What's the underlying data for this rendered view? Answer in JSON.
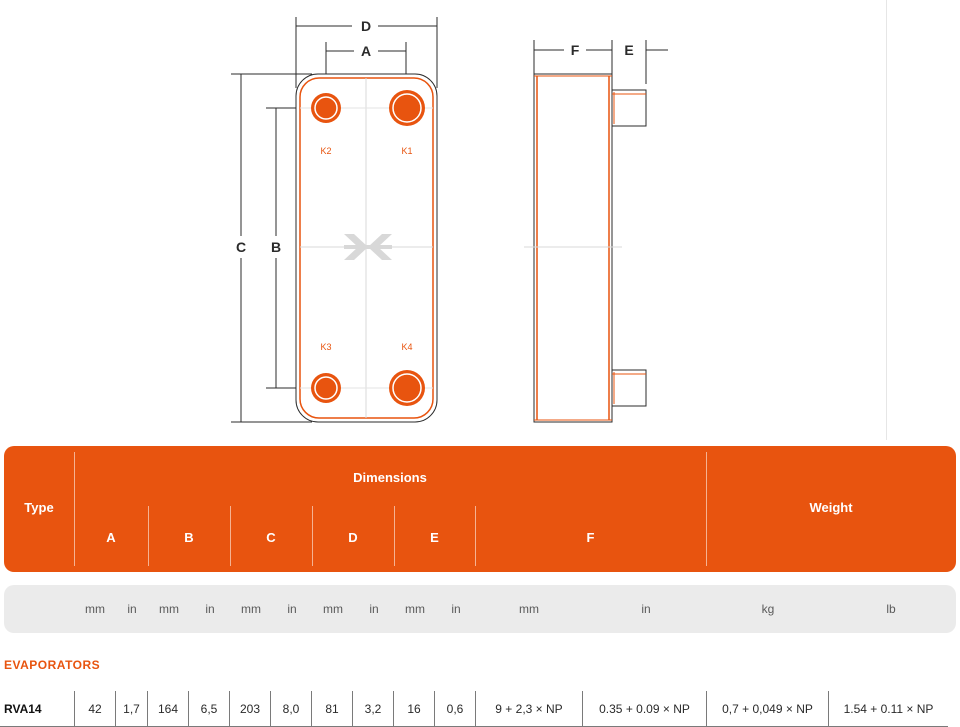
{
  "drawing": {
    "dims": {
      "a": "A",
      "b": "B",
      "c": "C",
      "d": "D",
      "e": "E",
      "f": "F"
    },
    "ports": {
      "k1": "K1",
      "k2": "K2",
      "k3": "K3",
      "k4": "K4"
    },
    "colors": {
      "accent": "#e8540f",
      "outline": "#2b2b2b"
    }
  },
  "table": {
    "type_label": "Type",
    "dimensions_label": "Dimensions",
    "weight_label": "Weight",
    "columns": {
      "a": "A",
      "b": "B",
      "c": "C",
      "d": "D",
      "e": "E",
      "f": "F"
    },
    "units": {
      "a_mm": "mm",
      "a_in": "in",
      "b_mm": "mm",
      "b_in": "in",
      "c_mm": "mm",
      "c_in": "in",
      "d_mm": "mm",
      "d_in": "in",
      "e_mm": "mm",
      "e_in": "in",
      "f_mm": "mm",
      "f_in": "in",
      "w_kg": "kg",
      "w_lb": "lb"
    },
    "section_title": "EVAPORATORS",
    "rows": [
      {
        "type": "RVA14",
        "a_mm": "42",
        "a_in": "1,7",
        "b_mm": "164",
        "b_in": "6,5",
        "c_mm": "203",
        "c_in": "8,0",
        "d_mm": "81",
        "d_in": "3,2",
        "e_mm": "16",
        "e_in": "0,6",
        "f_mm": "9 + 2,3 × NP",
        "f_in": "0.35 + 0.09 × NP",
        "w_kg": "0,7 + 0,049 × NP",
        "w_lb": "1.54 + 0.11 × NP"
      }
    ],
    "colors": {
      "header_bg": "#e8540f",
      "units_bg": "#ebebeb",
      "section_title": "#e8540f"
    }
  }
}
